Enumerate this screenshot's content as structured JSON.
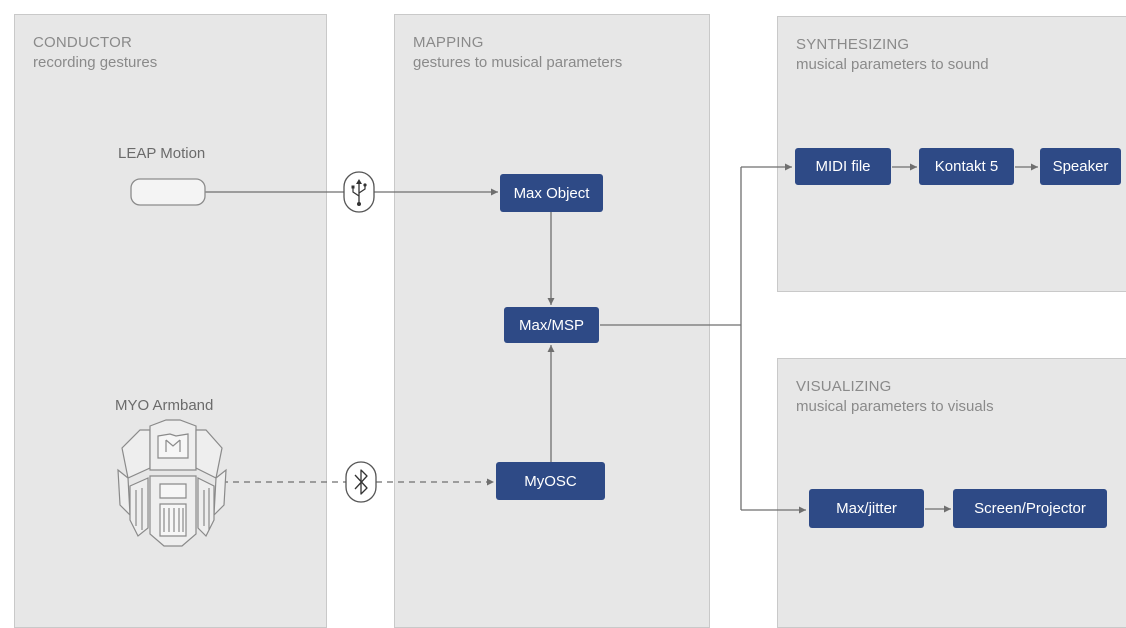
{
  "panels": {
    "conductor": {
      "title": "CONDUCTOR",
      "subtitle": "recording gestures"
    },
    "mapping": {
      "title": "MAPPING",
      "subtitle": "gestures to musical parameters"
    },
    "synthesizing": {
      "title": "SYNTHESIZING",
      "subtitle": "musical parameters to sound"
    },
    "visualizing": {
      "title": "VISUALIZING",
      "subtitle": "musical parameters to visuals"
    }
  },
  "devices": {
    "leap": {
      "label": "LEAP Motion",
      "icon": "leap-motion-device-icon"
    },
    "myo": {
      "label": "MYO Armband",
      "icon": "myo-armband-icon"
    }
  },
  "connectors": {
    "usb": {
      "icon": "usb-icon"
    },
    "bluetooth": {
      "icon": "bluetooth-icon"
    }
  },
  "nodes": {
    "max_object": "Max Object",
    "max_msp": "Max/MSP",
    "myosc": "MyOSC",
    "midi_file": "MIDI file",
    "kontakt": "Kontakt 5",
    "speaker": "Speaker",
    "max_jitter": "Max/jitter",
    "screen": "Screen/Projector"
  },
  "colors": {
    "node": "#2e4a86",
    "panel": "#e7e7e7",
    "line": "#6f6f6f"
  }
}
